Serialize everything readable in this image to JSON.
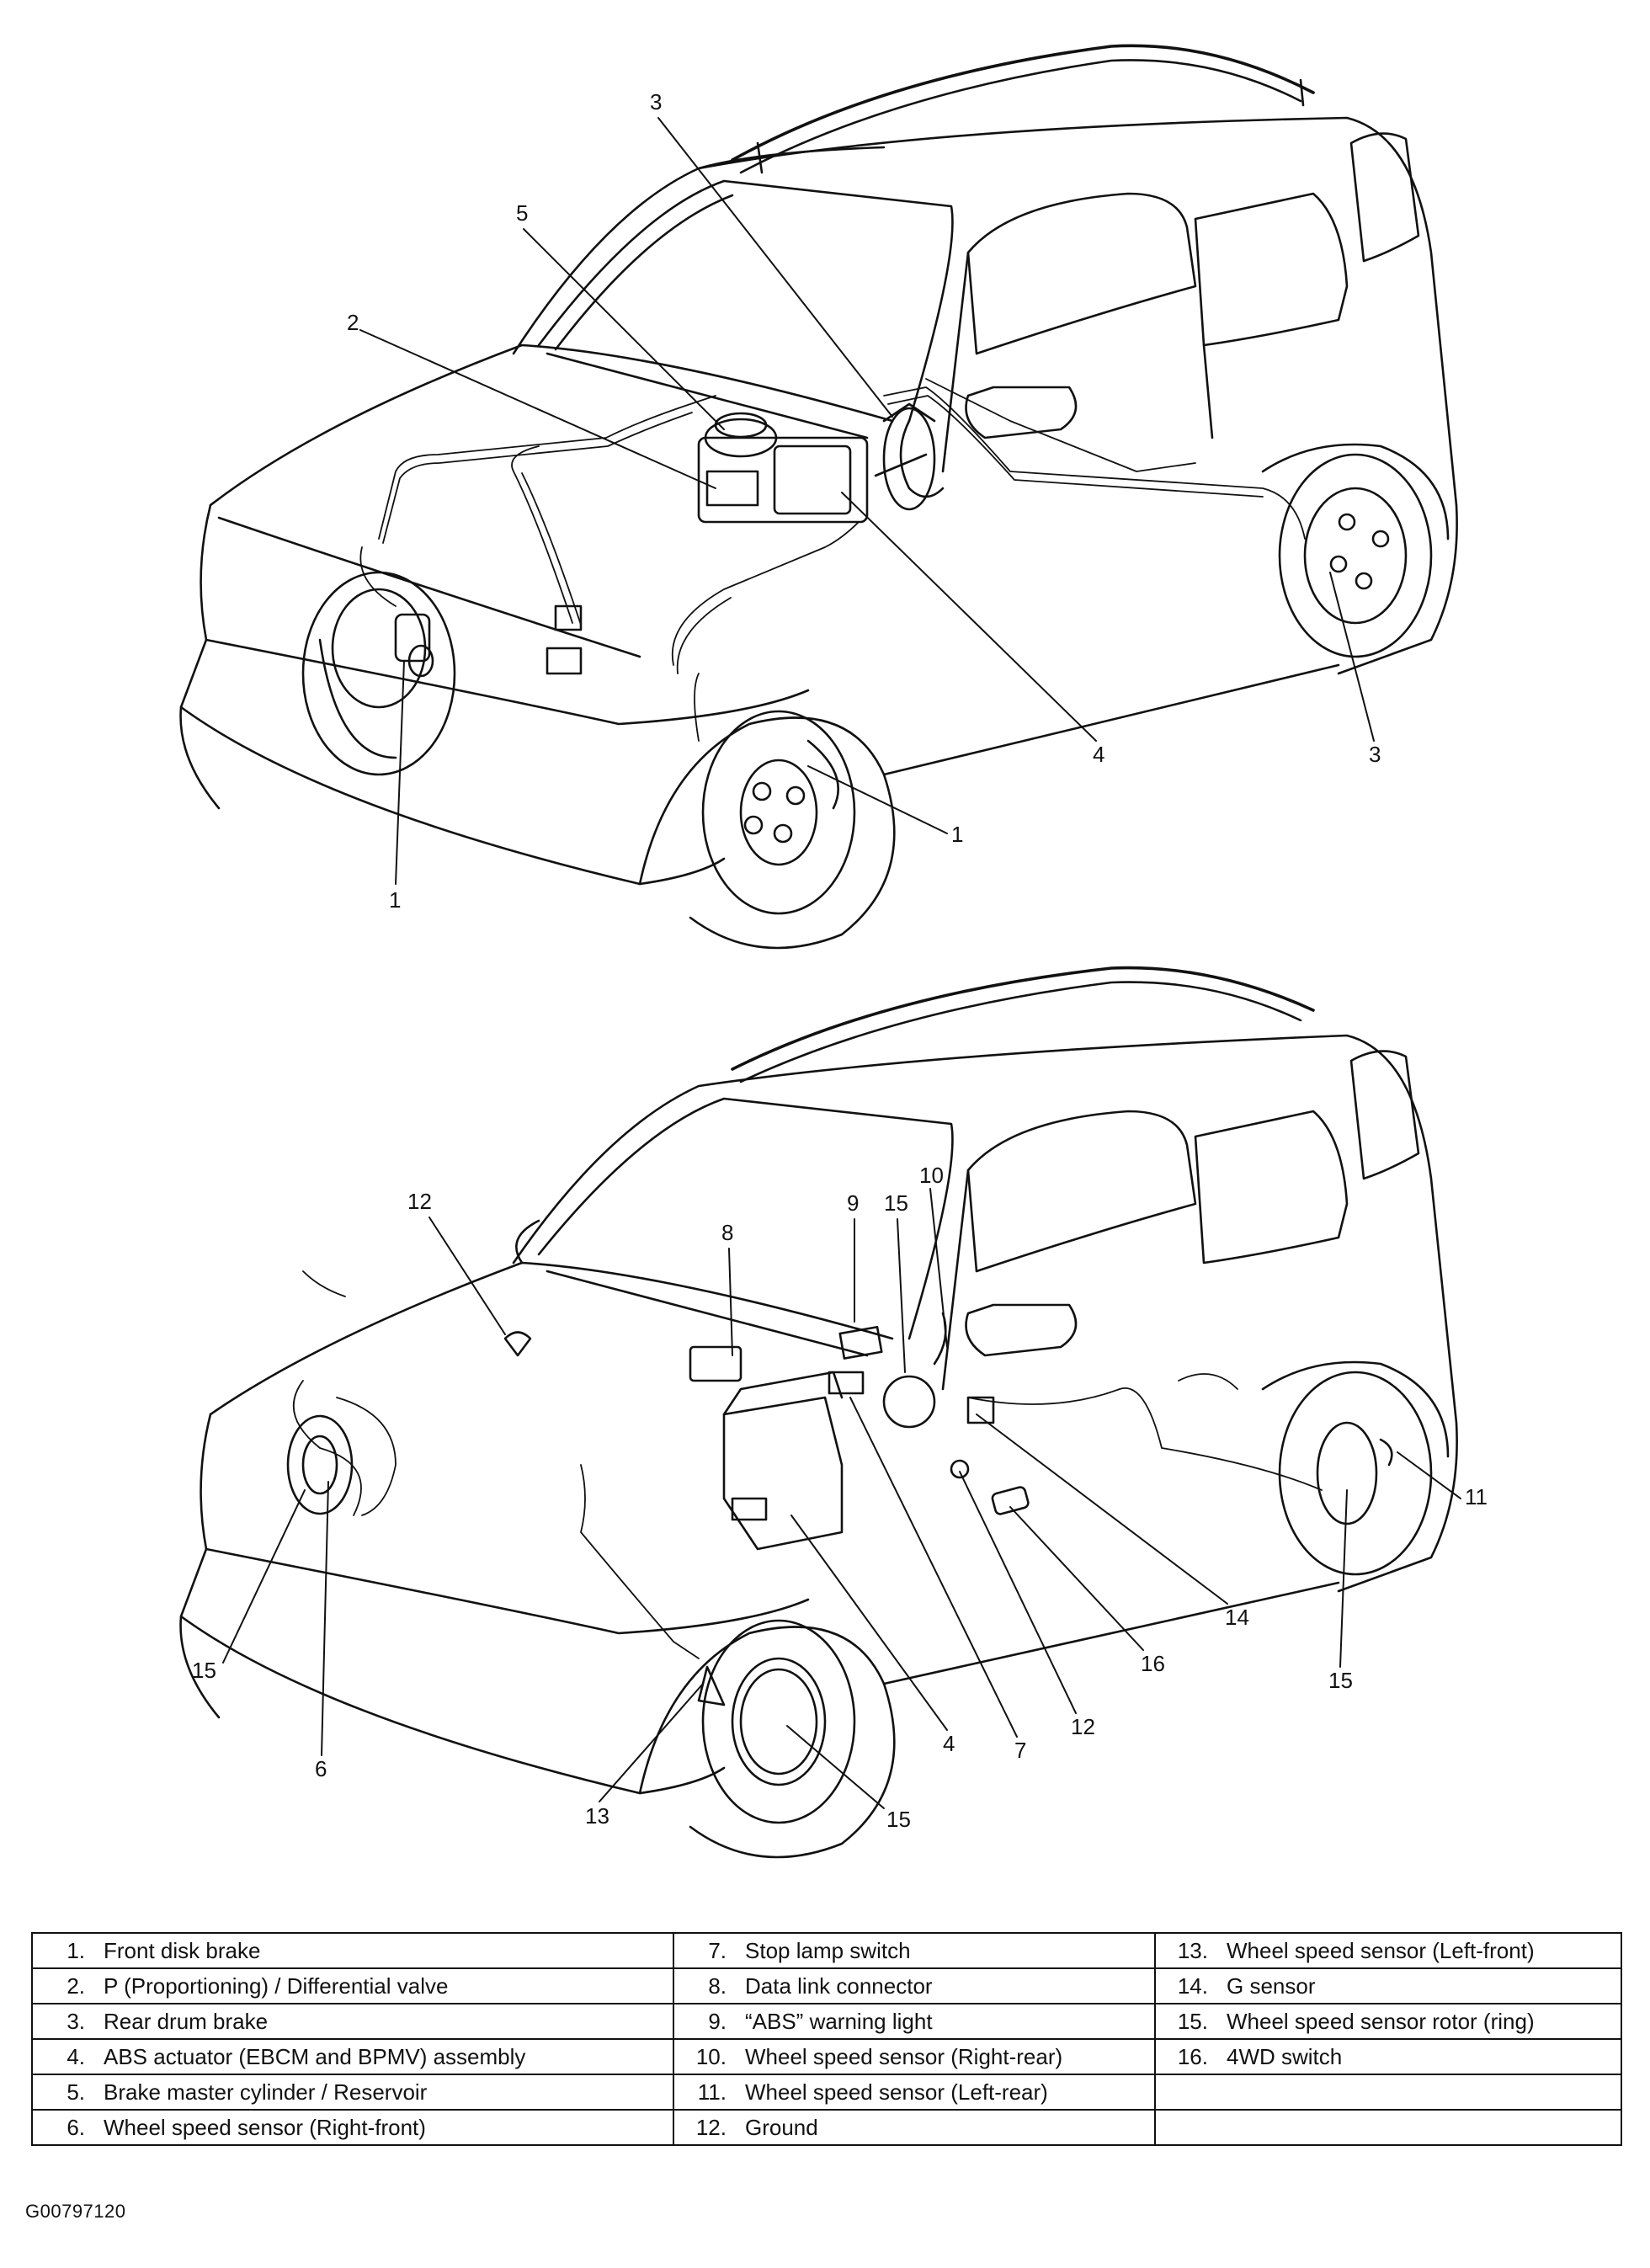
{
  "top_callouts": [
    "1",
    "1",
    "2",
    "3",
    "3",
    "4",
    "5"
  ],
  "bottom_callouts": [
    "4",
    "6",
    "7",
    "8",
    "9",
    "10",
    "11",
    "12",
    "12",
    "13",
    "14",
    "15",
    "15",
    "15",
    "15",
    "16"
  ],
  "legend": {
    "rows": [
      [
        {
          "num": "1.",
          "label": "Front disk brake"
        },
        {
          "num": "7.",
          "label": "Stop lamp switch"
        },
        {
          "num": "13.",
          "label": "Wheel speed sensor (Left-front)"
        }
      ],
      [
        {
          "num": "2.",
          "label": "P (Proportioning) / Differential valve"
        },
        {
          "num": "8.",
          "label": "Data link connector"
        },
        {
          "num": "14.",
          "label": "G sensor"
        }
      ],
      [
        {
          "num": "3.",
          "label": "Rear drum brake"
        },
        {
          "num": "9.",
          "label": "“ABS” warning light"
        },
        {
          "num": "15.",
          "label": "Wheel speed sensor rotor (ring)"
        }
      ],
      [
        {
          "num": "4.",
          "label": "ABS actuator (EBCM and BPMV) assembly"
        },
        {
          "num": "10.",
          "label": "Wheel speed sensor (Right-rear)"
        },
        {
          "num": "16.",
          "label": "4WD switch"
        }
      ],
      [
        {
          "num": "5.",
          "label": "Brake master cylinder / Reservoir"
        },
        {
          "num": "11.",
          "label": "Wheel speed sensor (Left-rear)"
        },
        {
          "num": "",
          "label": ""
        }
      ],
      [
        {
          "num": "6.",
          "label": "Wheel speed sensor (Right-front)"
        },
        {
          "num": "12.",
          "label": "Ground"
        },
        {
          "num": "",
          "label": ""
        }
      ]
    ]
  },
  "figure_id": "G00797120"
}
